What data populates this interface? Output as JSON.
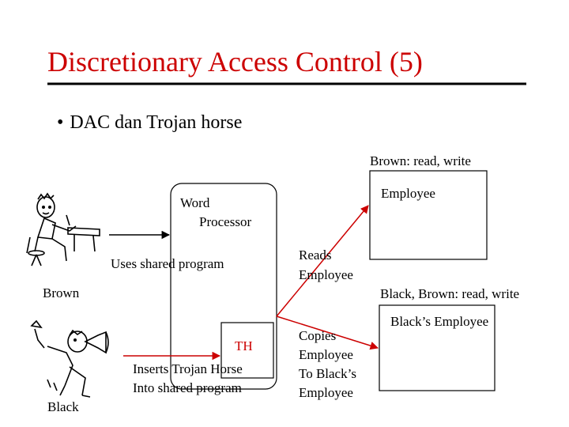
{
  "title": "Discretionary Access Control (5)",
  "bullet": "DAC dan Trojan horse",
  "colors": {
    "title": "#cc0000",
    "rule": "#000000",
    "arrow_black": "#000000",
    "arrow_red": "#cc0000"
  },
  "icons": {
    "brown": "person-at-desk-icon",
    "black": "person-with-megaphone-icon"
  },
  "labels": {
    "brown_acl": "Brown: read, write",
    "employee_file": "Employee",
    "word_processor_1": "Word",
    "word_processor_2": "Processor",
    "uses_shared": "Uses shared program",
    "reads_1": "Reads",
    "reads_2": "Employee",
    "brown_user": "Brown",
    "black_acl": "Black, Brown: read, write",
    "black_employee_file": "Black’s Employee",
    "th": "TH",
    "inserts_1": "Inserts Trojan Horse",
    "inserts_2": "Into shared program",
    "copies_1": "Copies",
    "copies_2": "Employee",
    "copies_3": "To Black’s",
    "copies_4": "Employee",
    "black_user": "Black"
  }
}
